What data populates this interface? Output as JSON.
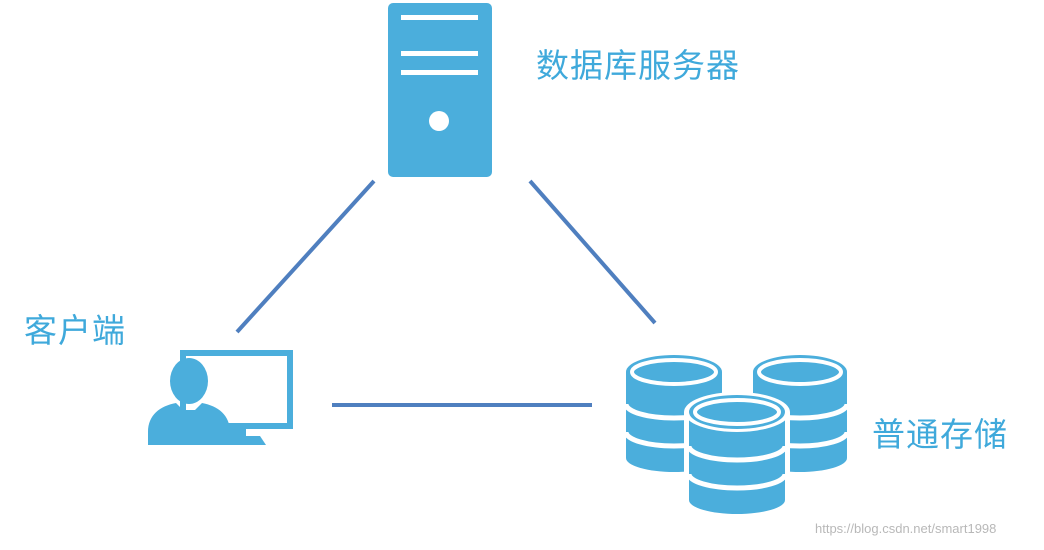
{
  "labels": {
    "database_server": "数据库服务器",
    "client": "客户端",
    "storage": "普通存储"
  },
  "watermark": "https://blog.csdn.net/smart1998",
  "colors": {
    "accent": "#4BAEDC",
    "connector": "#4F7FBF",
    "label_text": "#3FA9DB",
    "watermark_text": "#B8B8B8",
    "background": "#FFFFFF"
  },
  "icons": {
    "database_server": "server-tower-icon",
    "client": "user-computer-icon",
    "storage": "database-cylinders-icon"
  }
}
